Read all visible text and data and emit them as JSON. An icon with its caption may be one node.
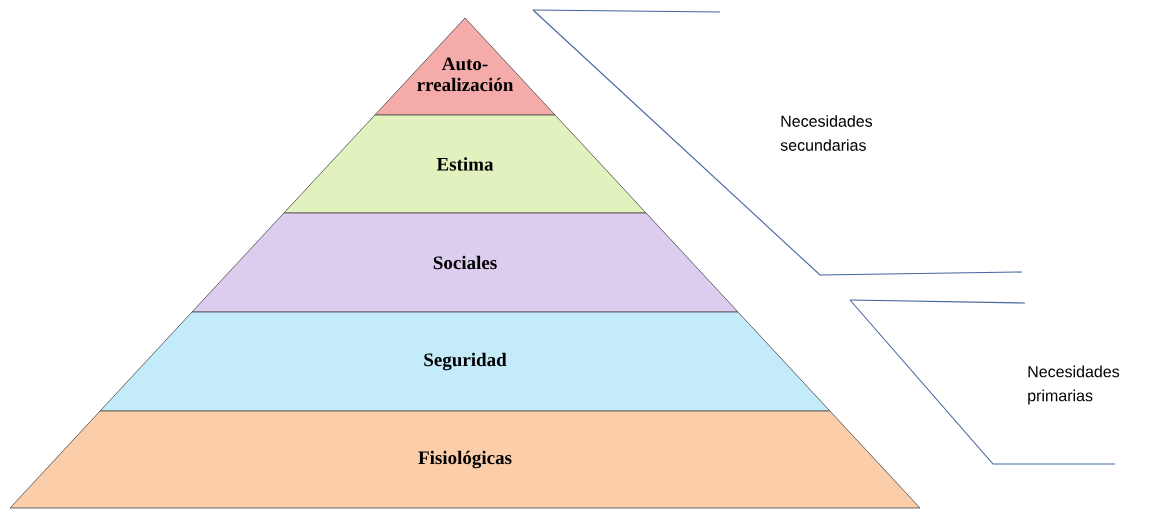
{
  "diagram": {
    "nodes": [
      {
        "text": [
          "Auto- rrealización"
        ]
      },
      {
        "text": [
          "Estima"
        ]
      },
      {
        "text": [
          "Sociales"
        ]
      },
      {
        "text": [
          "Seguridad"
        ]
      },
      {
        "text": [
          "Fisiológicas"
        ]
      }
    ],
    "labels": [
      "Necesidades secundarias",
      "Necesidades primarias"
    ]
  }
}
